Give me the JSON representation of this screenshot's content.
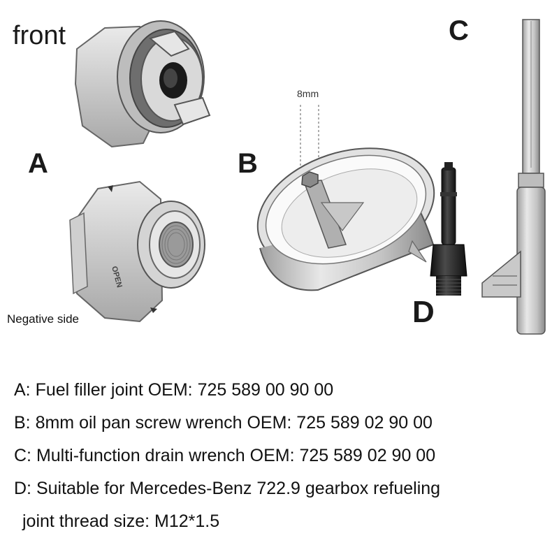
{
  "labels": {
    "front": "front",
    "a": "A",
    "b": "B",
    "c": "C",
    "d": "D",
    "negative_side": "Negative side",
    "size_8mm": "8mm"
  },
  "descriptions": [
    "A: Fuel filler joint OEM: 725 589 00 90 00",
    "B: 8mm oil pan screw wrench OEM: 725 589 02 90 00",
    "C: Multi-function drain wrench OEM: 725 589 02 90 00",
    "D: Suitable for Mercedes-Benz 722.9 gearbox refueling",
    "joint thread size: M12*1.5"
  ],
  "stamped_text": {
    "open": "OPEN"
  },
  "colors": {
    "metal_light": "#e2e2e2",
    "metal_mid": "#b8b8b8",
    "metal_dark": "#6a6a6a",
    "adapter_black": "#1c1c1c"
  },
  "icons": [
    "fuel-filler-joint-front-image",
    "fuel-filler-joint-back-image",
    "oil-pan-wrench-image",
    "refueling-adapter-image",
    "drain-wrench-image",
    "arrow-icon"
  ]
}
